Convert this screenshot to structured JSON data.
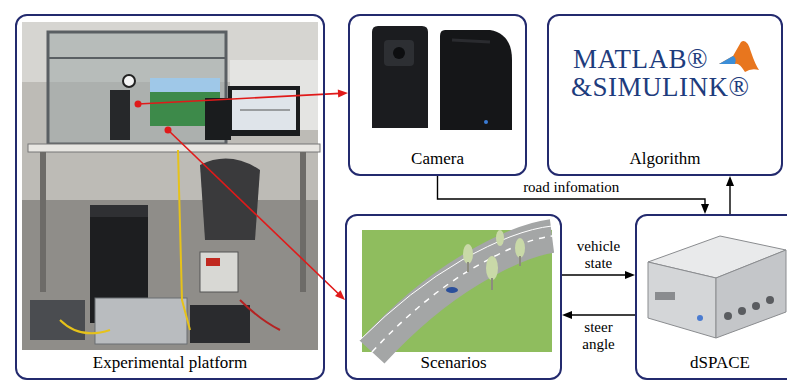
{
  "diagram": {
    "nodes": [
      {
        "text": [
          "Experimental platform"
        ]
      },
      {
        "text": [
          "Camera"
        ]
      },
      {
        "text": [
          "MATLAB®",
          "&SIMULINK®",
          "Algorithm"
        ]
      },
      {
        "text": [
          "Scenarios"
        ]
      },
      {
        "text": [
          "dSPACE"
        ]
      }
    ],
    "edges": [
      {
        "from": 0,
        "to": 1,
        "arrow": "to"
      },
      {
        "from": 0,
        "to": 3,
        "arrow": "to"
      },
      {
        "from": 1,
        "to": 4,
        "label": "road infomation",
        "arrow": "to"
      },
      {
        "from": 4,
        "to": 2,
        "arrow": "to"
      },
      {
        "from": 3,
        "to": 4,
        "label": "vehicle state",
        "arrow": "to"
      },
      {
        "from": 4,
        "to": 3,
        "label": "steer angle",
        "arrow": "to"
      }
    ]
  }
}
